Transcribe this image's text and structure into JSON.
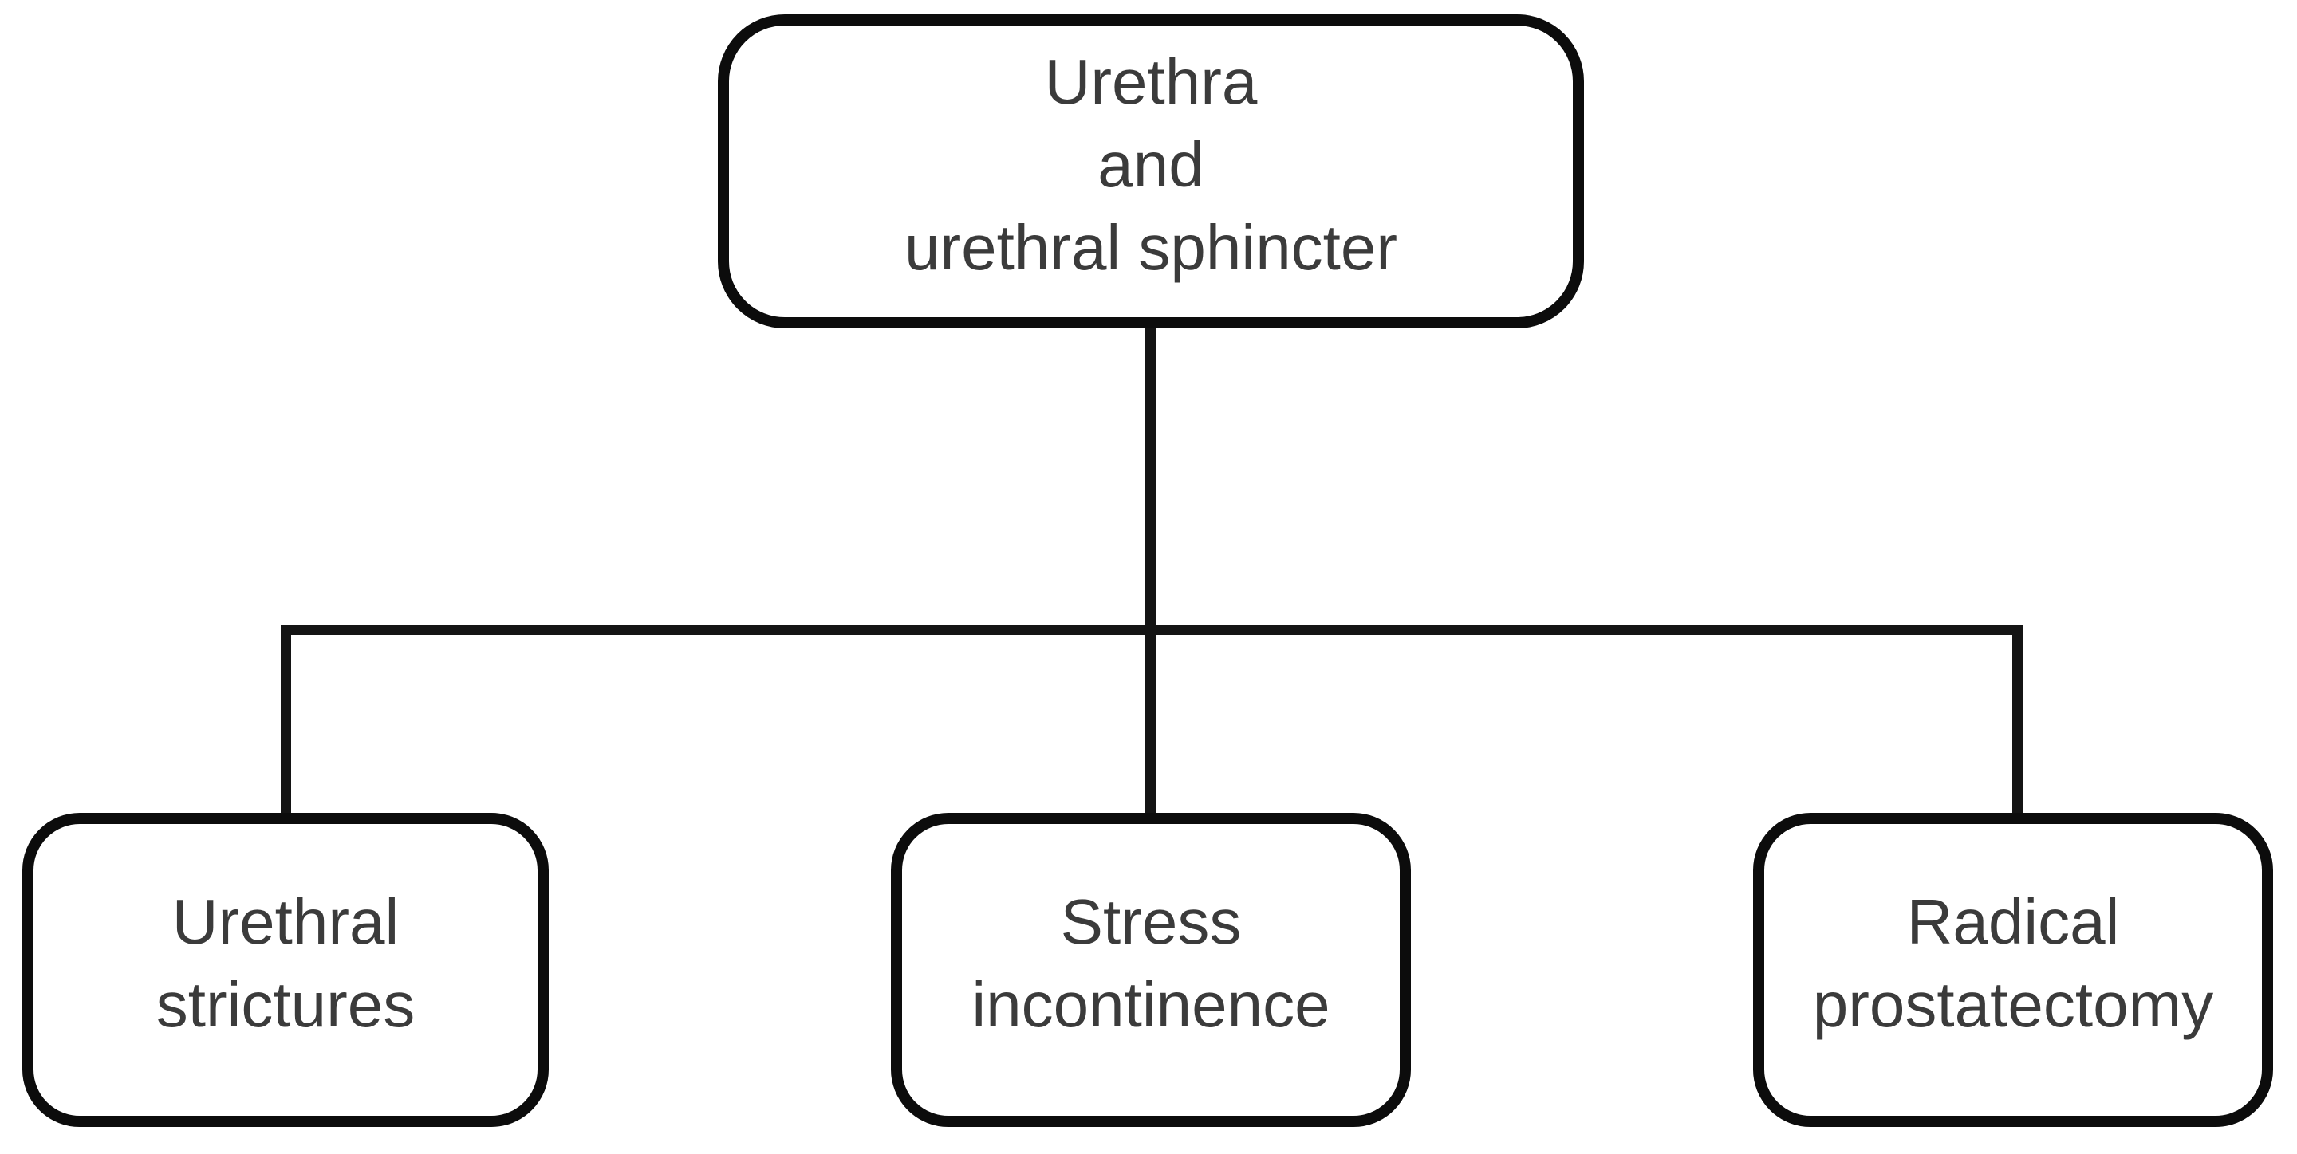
{
  "diagram": {
    "type": "tree",
    "nodes": {
      "root": {
        "label": "Urethra\nand\nurethral sphincter"
      },
      "children": [
        {
          "label": "Urethral\nstrictures"
        },
        {
          "label": "Stress\nincontinence"
        },
        {
          "label": "Radical\nprostatectomy"
        }
      ]
    },
    "edges": [
      {
        "from": "Urethra and urethral sphincter",
        "to": "Urethral strictures"
      },
      {
        "from": "Urethra and urethral sphincter",
        "to": "Stress incontinence"
      },
      {
        "from": "Urethra and urethral sphincter",
        "to": "Radical prostatectomy"
      }
    ],
    "colors": {
      "background": "#ffffff",
      "node_border": "#0c0c0c",
      "connector": "#141414",
      "text": "#3b3b3b"
    }
  }
}
